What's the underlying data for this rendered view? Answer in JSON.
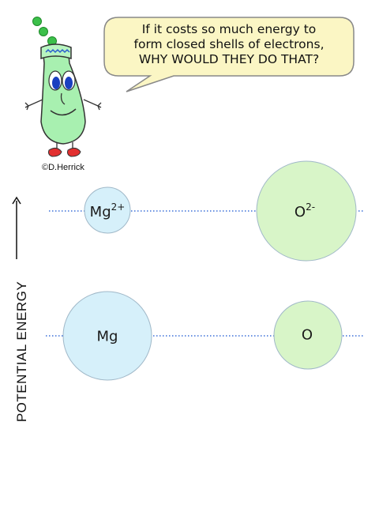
{
  "bubble": {
    "lines": [
      "If it costs so much energy to",
      "form closed shells of electrons,",
      "WHY WOULD THEY DO THAT?"
    ]
  },
  "copyright": "©D.Herrick",
  "axis": {
    "label": "POTENTIAL ENERGY"
  },
  "species": {
    "mg_ion": {
      "symbol": "Mg",
      "charge": "2+"
    },
    "o_ion": {
      "symbol": "O",
      "charge": "2-"
    },
    "mg_atom": {
      "symbol": "Mg"
    },
    "o_atom": {
      "symbol": "O"
    }
  },
  "colors": {
    "mg_fill": "#d6f0fa",
    "o_fill": "#d8f5c8",
    "outline": "#a0b8c8",
    "dotted_line": "#3a6fd8",
    "bubble_fill": "#fbf6c4",
    "flask_fill": "#a8f0b0",
    "bubbles": "#3cc04a"
  }
}
